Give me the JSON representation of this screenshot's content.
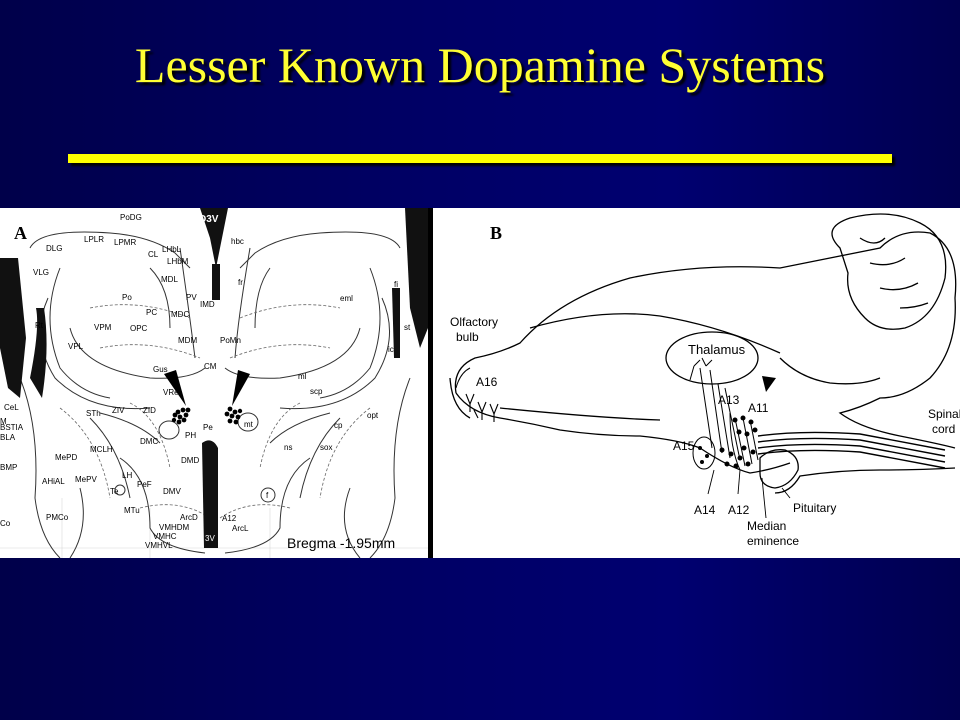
{
  "slide": {
    "title": "Lesser Known Dopamine Systems",
    "colors": {
      "title": "#ffff33",
      "rule": "#ffff00",
      "background": "#000066"
    }
  },
  "panel_a": {
    "letter": "A",
    "bregma": "Bregma -1.95mm",
    "labels": {
      "d3v_top": "D3V",
      "podg": "PoDG",
      "lplr": "LPLR",
      "lpmr": "LPMR",
      "dlg": "DLG",
      "vlg": "VLG",
      "cl": "CL",
      "lhbl": "LHbL",
      "lhbm": "LHbM",
      "hbc": "hbc",
      "mdl": "MDL",
      "fr": "fr",
      "po": "Po",
      "pv": "PV",
      "imd": "IMD",
      "pc": "PC",
      "mdc": "MDC",
      "opc": "OPC",
      "vpm": "VPM",
      "mdm": "MDM",
      "pomn": "PoMn",
      "rt": "Rt",
      "eml": "eml",
      "fi": "fi",
      "st": "st",
      "vpl": "VPL",
      "ic": "ic",
      "gus": "Gus",
      "cm": "CM",
      "ml": "ml",
      "scp": "scp",
      "vre": "VRe",
      "cel": "CeL",
      "m": "M",
      "bstia": "BSTIA",
      "sth": "STh",
      "ziv": "ZIV",
      "zid": "ZID",
      "mt": "mt",
      "opt": "opt",
      "cp": "cp",
      "bla": "BLA",
      "pe": "Pe",
      "ph": "PH",
      "mclh": "MCLH",
      "dmc": "DMC",
      "ns": "ns",
      "sox": "sox",
      "mepd": "MePD",
      "bmp": "BMP",
      "dmd": "DMD",
      "lh": "LH",
      "pef": "PeF",
      "ahial": "AHiAL",
      "mepv": "MePV",
      "te": "Te",
      "f": "f",
      "dmv": "DMV",
      "mtu": "MTu",
      "pmco": "PMCo",
      "co": "Co",
      "arcd": "ArcD",
      "a12": "A12",
      "vmhdm": "VMHDM",
      "vmhc": "VMHC",
      "arcl": "ArcL",
      "vmhvl": "VMHVL",
      "d3v_bottom": "3V"
    }
  },
  "panel_b": {
    "letter": "B",
    "labels": {
      "olfactory": "Olfactory",
      "bulb": "bulb",
      "a16": "A16",
      "thalamus": "Thalamus",
      "a13": "A13",
      "a11": "A11",
      "a15": "A15",
      "a14": "A14",
      "a12": "A12",
      "pituitary": "Pituitary",
      "median": "Median",
      "eminence": "eminence",
      "spinal": "Spinal",
      "cord": "cord"
    }
  }
}
